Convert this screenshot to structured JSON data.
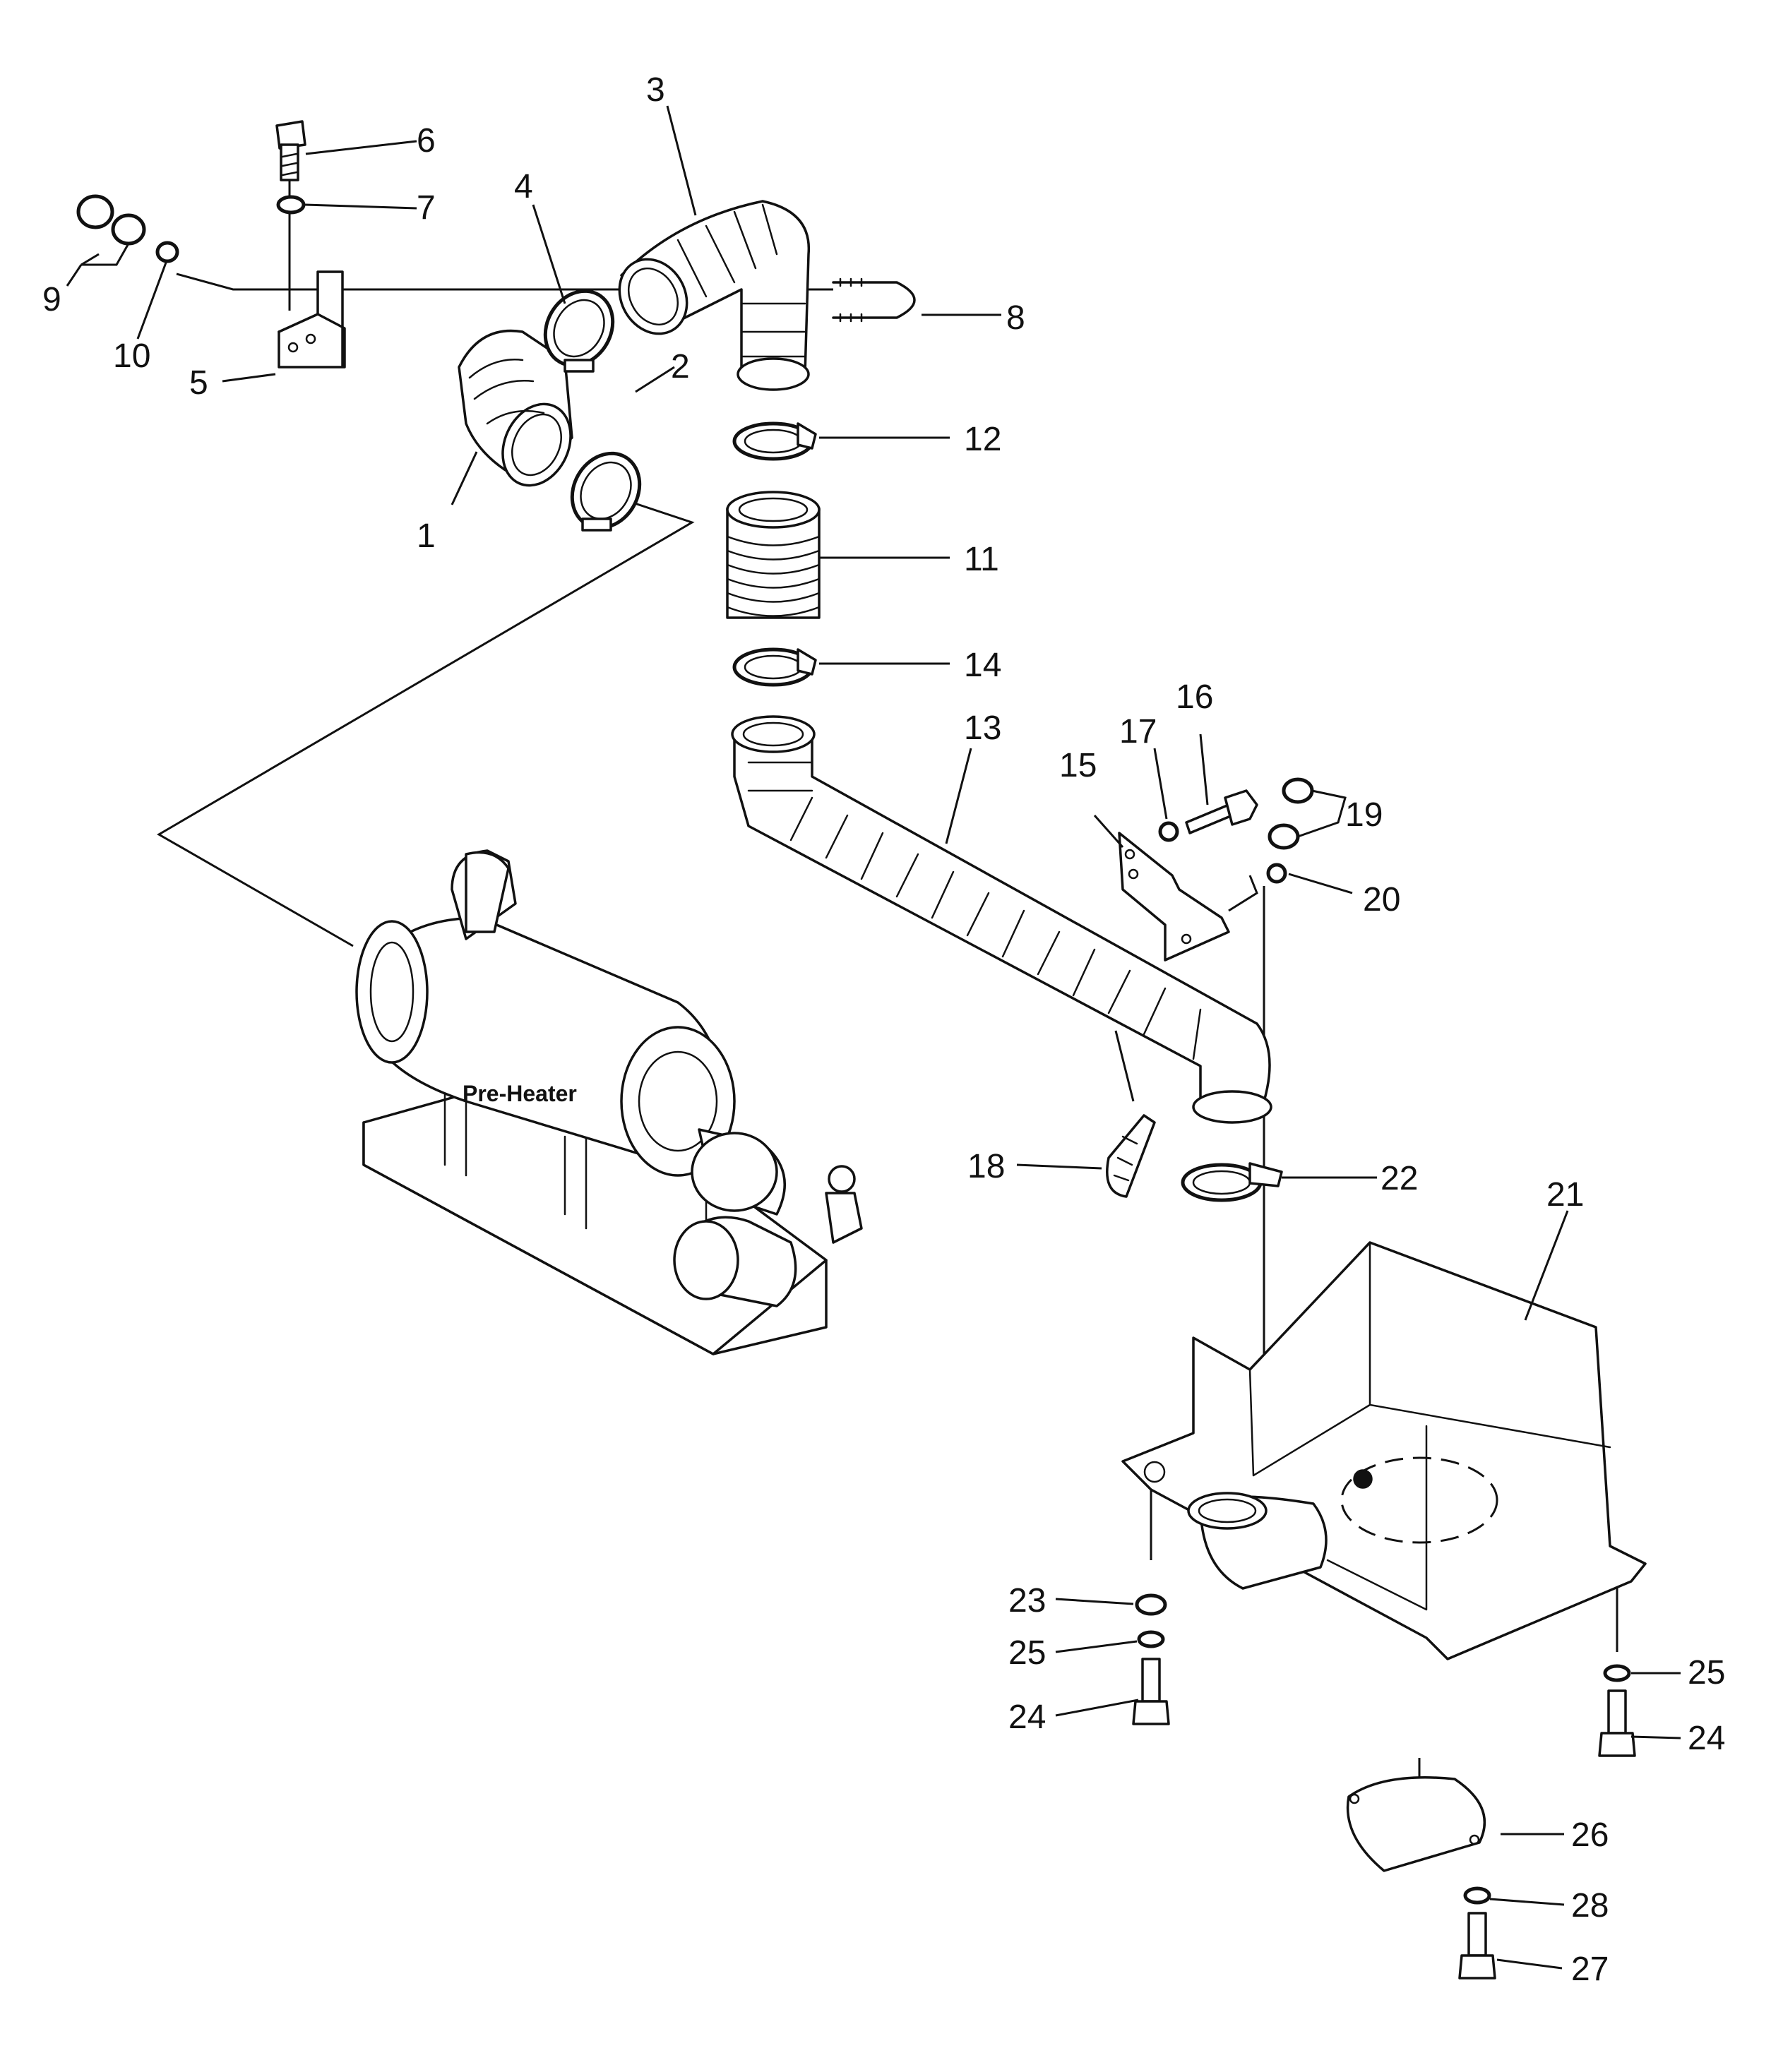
{
  "labels": {
    "preheater": "Pre-Heater",
    "p1": "1",
    "p2": "2",
    "p3": "3",
    "p4": "4",
    "p5": "5",
    "p6": "6",
    "p7": "7",
    "p8": "8",
    "p9": "9",
    "p10": "10",
    "p11": "11",
    "p12": "12",
    "p13": "13",
    "p14": "14",
    "p15": "15",
    "p16": "16",
    "p17": "17",
    "p18": "18",
    "p19": "19",
    "p20": "20",
    "p21": "21",
    "p22": "22",
    "p23": "23",
    "p24a": "24",
    "p24b": "24",
    "p25a": "25",
    "p25b": "25",
    "p26": "26",
    "p27": "27",
    "p28": "28"
  }
}
